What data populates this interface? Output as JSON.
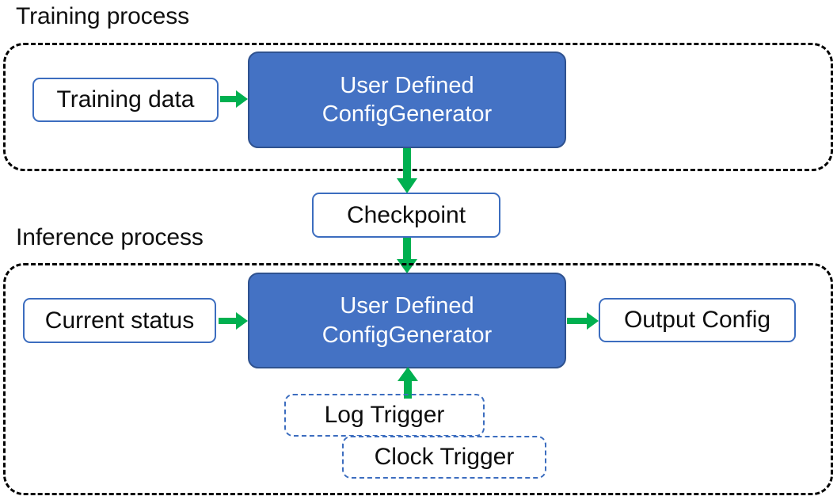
{
  "diagram": {
    "title_training": "Training process",
    "title_inference": "Inference process",
    "colors": {
      "process_fill": "#4472C4",
      "process_border": "#2F528F",
      "node_border": "#3C6DBF",
      "arrow": "#00B050",
      "group_border": "#000000",
      "text": "#0d0d0d",
      "process_text": "#ffffff"
    }
  },
  "training": {
    "section_label": "Training process",
    "input_node": "Training data",
    "process_line1": "User Defined",
    "process_line2": "ConfigGenerator"
  },
  "bridge": {
    "checkpoint": "Checkpoint"
  },
  "inference": {
    "section_label": "Inference process",
    "input_node": "Current status",
    "process_line1": "User Defined",
    "process_line2": "ConfigGenerator",
    "output_node": "Output Config",
    "triggers": [
      {
        "label": "Log Trigger"
      },
      {
        "label": "Clock Trigger"
      }
    ]
  },
  "arrows": [
    {
      "name": "training-data-to-process",
      "direction": "right"
    },
    {
      "name": "training-process-to-checkpoint",
      "direction": "down"
    },
    {
      "name": "checkpoint-to-inference-process",
      "direction": "down"
    },
    {
      "name": "current-status-to-process",
      "direction": "right"
    },
    {
      "name": "process-to-output-config",
      "direction": "right"
    },
    {
      "name": "triggers-to-process",
      "direction": "up"
    }
  ]
}
